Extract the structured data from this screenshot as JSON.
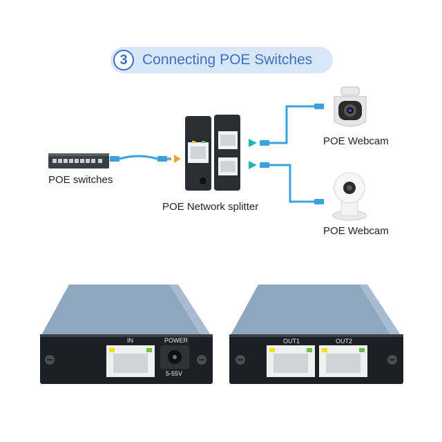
{
  "title": {
    "number": "3",
    "text": "Connecting POE Switches"
  },
  "diagram": {
    "switch_label": "POE switches",
    "splitter_label": "POE Network splitter",
    "camera_top_label": "POE Webcam",
    "camera_bottom_label": "POE  Webcam"
  },
  "device_left": {
    "port_in_label": "IN",
    "power_label": "POWER",
    "voltage_label": "5-55V"
  },
  "device_right": {
    "port_out1_label": "OUT1",
    "port_out2_label": "OUT2"
  },
  "colors": {
    "accent_blue": "#3d6fc2",
    "pill_bg": "#d8e7f7",
    "cable_blue": "#3aa0e0",
    "arrow_orange": "#f5a623",
    "arrow_teal": "#1fb5b5",
    "device_body": "#8fa6bf",
    "device_panel": "#1c1f24"
  }
}
